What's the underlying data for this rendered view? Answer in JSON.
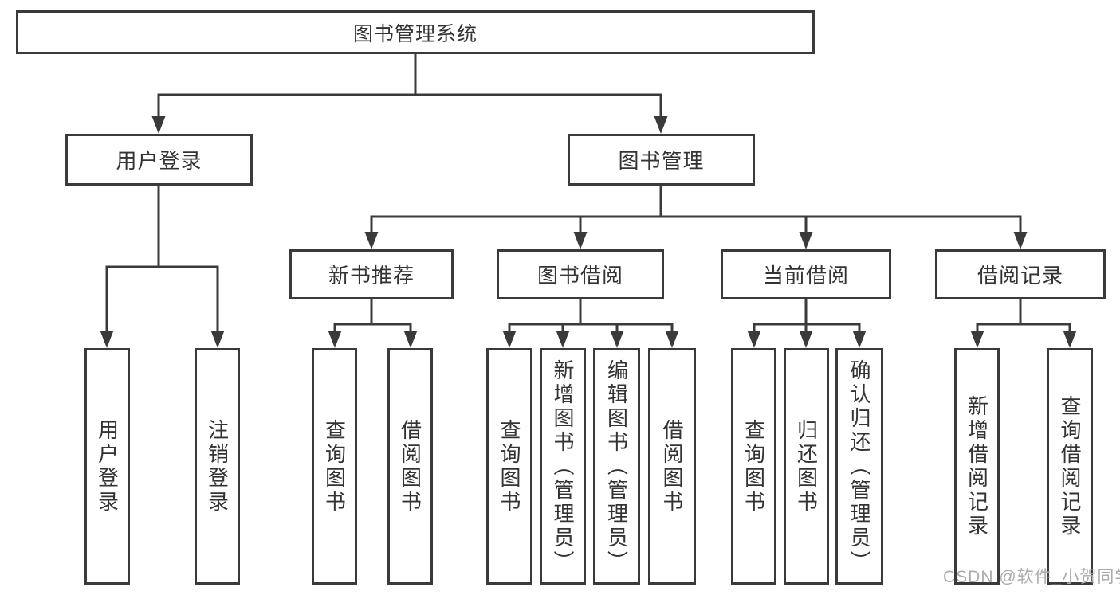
{
  "colors": {
    "background": "#ffffff",
    "box_border": "#3a3a3a",
    "box_fill": "#ffffff",
    "text": "#333333",
    "connector": "#3a3a3a",
    "watermark": "#ababab"
  },
  "tree": {
    "root": {
      "label": "图书管理系统",
      "children": [
        {
          "label": "用户登录",
          "children": [
            {
              "label": "用户登录"
            },
            {
              "label": "注销登录"
            }
          ]
        },
        {
          "label": "图书管理",
          "children": [
            {
              "label": "新书推荐",
              "children": [
                {
                  "label": "查询图书"
                },
                {
                  "label": "借阅图书"
                }
              ]
            },
            {
              "label": "图书借阅",
              "children": [
                {
                  "label": "查询图书"
                },
                {
                  "label": "新增图书（管理员）"
                },
                {
                  "label": "编辑图书（管理员）"
                },
                {
                  "label": "借阅图书"
                }
              ]
            },
            {
              "label": "当前借阅",
              "children": [
                {
                  "label": "查询图书"
                },
                {
                  "label": "归还图书"
                },
                {
                  "label": "确认归还（管理员）"
                }
              ]
            },
            {
              "label": "借阅记录",
              "children": [
                {
                  "label": "新增借阅记录"
                },
                {
                  "label": "查询借阅记录"
                }
              ]
            }
          ]
        }
      ]
    }
  },
  "watermark": {
    "text": "CSDN @软件_小贺同学"
  }
}
